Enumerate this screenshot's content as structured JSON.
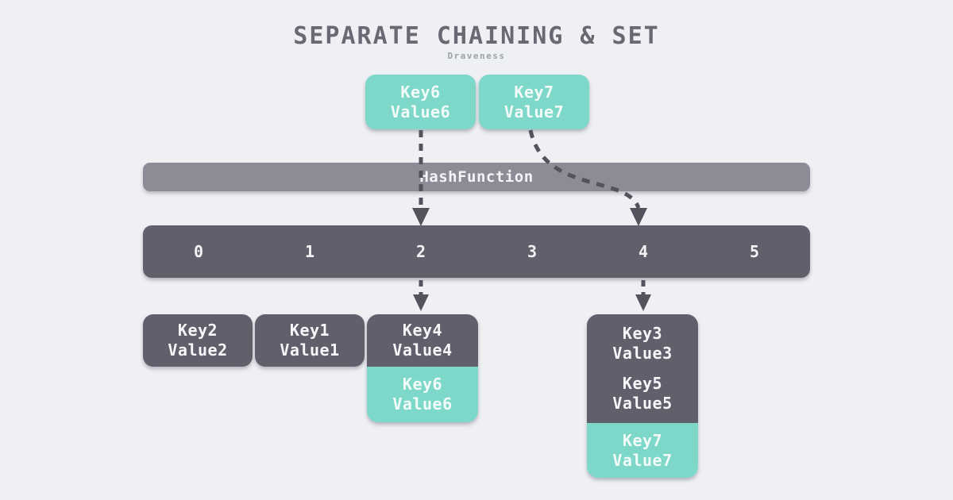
{
  "title": "SEPARATE CHAINING & SET",
  "subtitle": "Draveness",
  "hash_function_label": "HashFunction",
  "buckets": [
    "0",
    "1",
    "2",
    "3",
    "4",
    "5"
  ],
  "incoming": [
    {
      "key": "Key6",
      "value": "Value6"
    },
    {
      "key": "Key7",
      "value": "Value7"
    }
  ],
  "chains": {
    "bucket0": {
      "entries": [
        {
          "key": "Key2",
          "value": "Value2"
        }
      ]
    },
    "bucket1": {
      "entries": [
        {
          "key": "Key1",
          "value": "Value1"
        }
      ]
    },
    "bucket2": {
      "existing": [
        {
          "key": "Key4",
          "value": "Value4"
        }
      ],
      "new_entry": {
        "key": "Key6",
        "value": "Value6"
      }
    },
    "bucket4": {
      "existing": [
        {
          "key": "Key3",
          "value": "Value3"
        },
        {
          "key": "Key5",
          "value": "Value5"
        }
      ],
      "new_entry": {
        "key": "Key7",
        "value": "Value7"
      }
    }
  },
  "colors": {
    "background": "#eef0f3",
    "teal": "#7ed8ca",
    "dark_slate": "#625f6c",
    "hash_bar_gray": "#8e8b96",
    "arrow": "#55525e",
    "text_light": "#f7f7f9",
    "title_gray": "#6b6874",
    "subtitle_gray": "#9aa1ac"
  }
}
